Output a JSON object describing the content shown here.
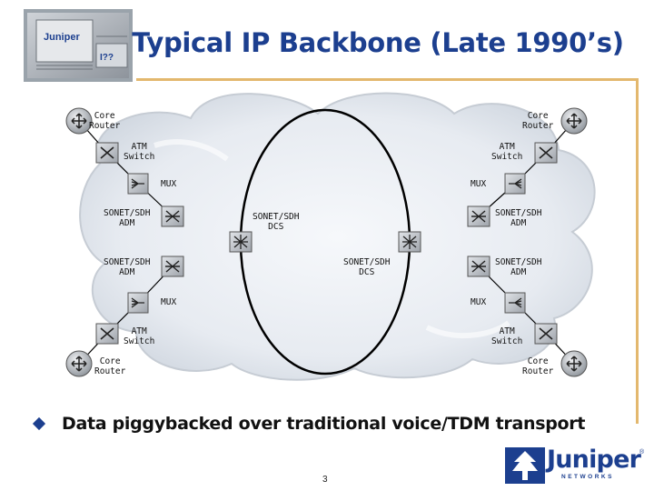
{
  "slide": {
    "title": "Typical IP Backbone (Late 1990’s)",
    "bullet": "Data piggybacked over traditional voice/TDM transport",
    "page_number": "3"
  },
  "labels": {
    "core_router_tl": "Core\nRouter",
    "core_router_tr": "Core\nRouter",
    "atm_switch_tl": "ATM\nSwitch",
    "atm_switch_tr": "ATM\nSwitch",
    "mux_tl": "MUX",
    "mux_tr": "MUX",
    "sonet_adm_l1": "SONET/SDH\nADM",
    "sonet_adm_r1": "SONET/SDH\nADM",
    "sonet_dcs_left": "SONET/SDH\nDCS",
    "sonet_dcs_right": "SONET/SDH\nDCS",
    "sonet_adm_l2": "SONET/SDH\nADM",
    "sonet_adm_r2": "SONET/SDH\nADM",
    "mux_bl": "MUX",
    "mux_br": "MUX",
    "atm_switch_bl": "ATM\nSwitch",
    "atm_switch_br": "ATM\nSwitch",
    "core_router_bl": "Core\nRouter",
    "core_router_br": "Core\nRouter"
  },
  "logo": {
    "word": "Juniper",
    "sub": "NETWORKS",
    "reg": "®"
  },
  "chip": {
    "text_top": "Juniper",
    "text_mid": "I??"
  },
  "colors": {
    "title": "#1c3f8f",
    "accent_rule": "#e3b86e",
    "cloud": "#e9edf3",
    "ring": "#000000",
    "icon_face": "#b9bdc3"
  }
}
